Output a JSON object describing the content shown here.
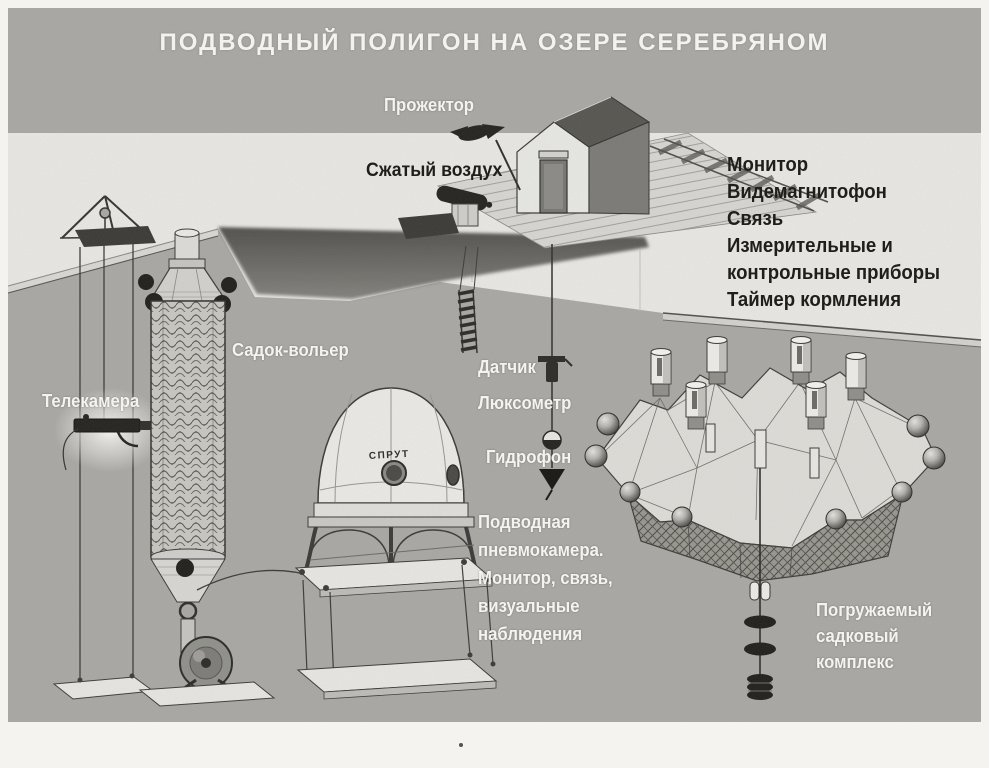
{
  "title": "ПОДВОДНЫЙ ПОЛИГОН НА ОЗЕРЕ СЕРЕБРЯНОМ",
  "labels": {
    "projector": "Прожектор",
    "compressed_air": "Сжатый воздух",
    "cage_enclosure": "Садок-вольер",
    "tv_camera": "Телекамера",
    "sensor": "Датчик",
    "luxmeter": "Люксометр",
    "hydrophone": "Гидрофон",
    "dome_marking": "СПРУТ",
    "surface_equipment_lines": [
      "Монитор",
      "Видемагнитофон",
      "Связь",
      "Измерительные и",
      "контрольные приборы",
      "Таймер кормления"
    ],
    "pneumo_chamber_lines": [
      "Подводная",
      "пневмокамера.",
      "Монитор, связь,",
      "визуальные",
      "наблюдения"
    ],
    "submersible_complex_lines": [
      "Погружаемый",
      "садковый",
      "комплекс"
    ]
  },
  "colors": {
    "page_margin": "#f4f3ef",
    "background_gray": "#a9a8a4",
    "surface_white": "#e9e8e4",
    "shadow_dark": "#45433f",
    "label_white": "#f4f3f0",
    "label_black": "#1f1e1b"
  }
}
